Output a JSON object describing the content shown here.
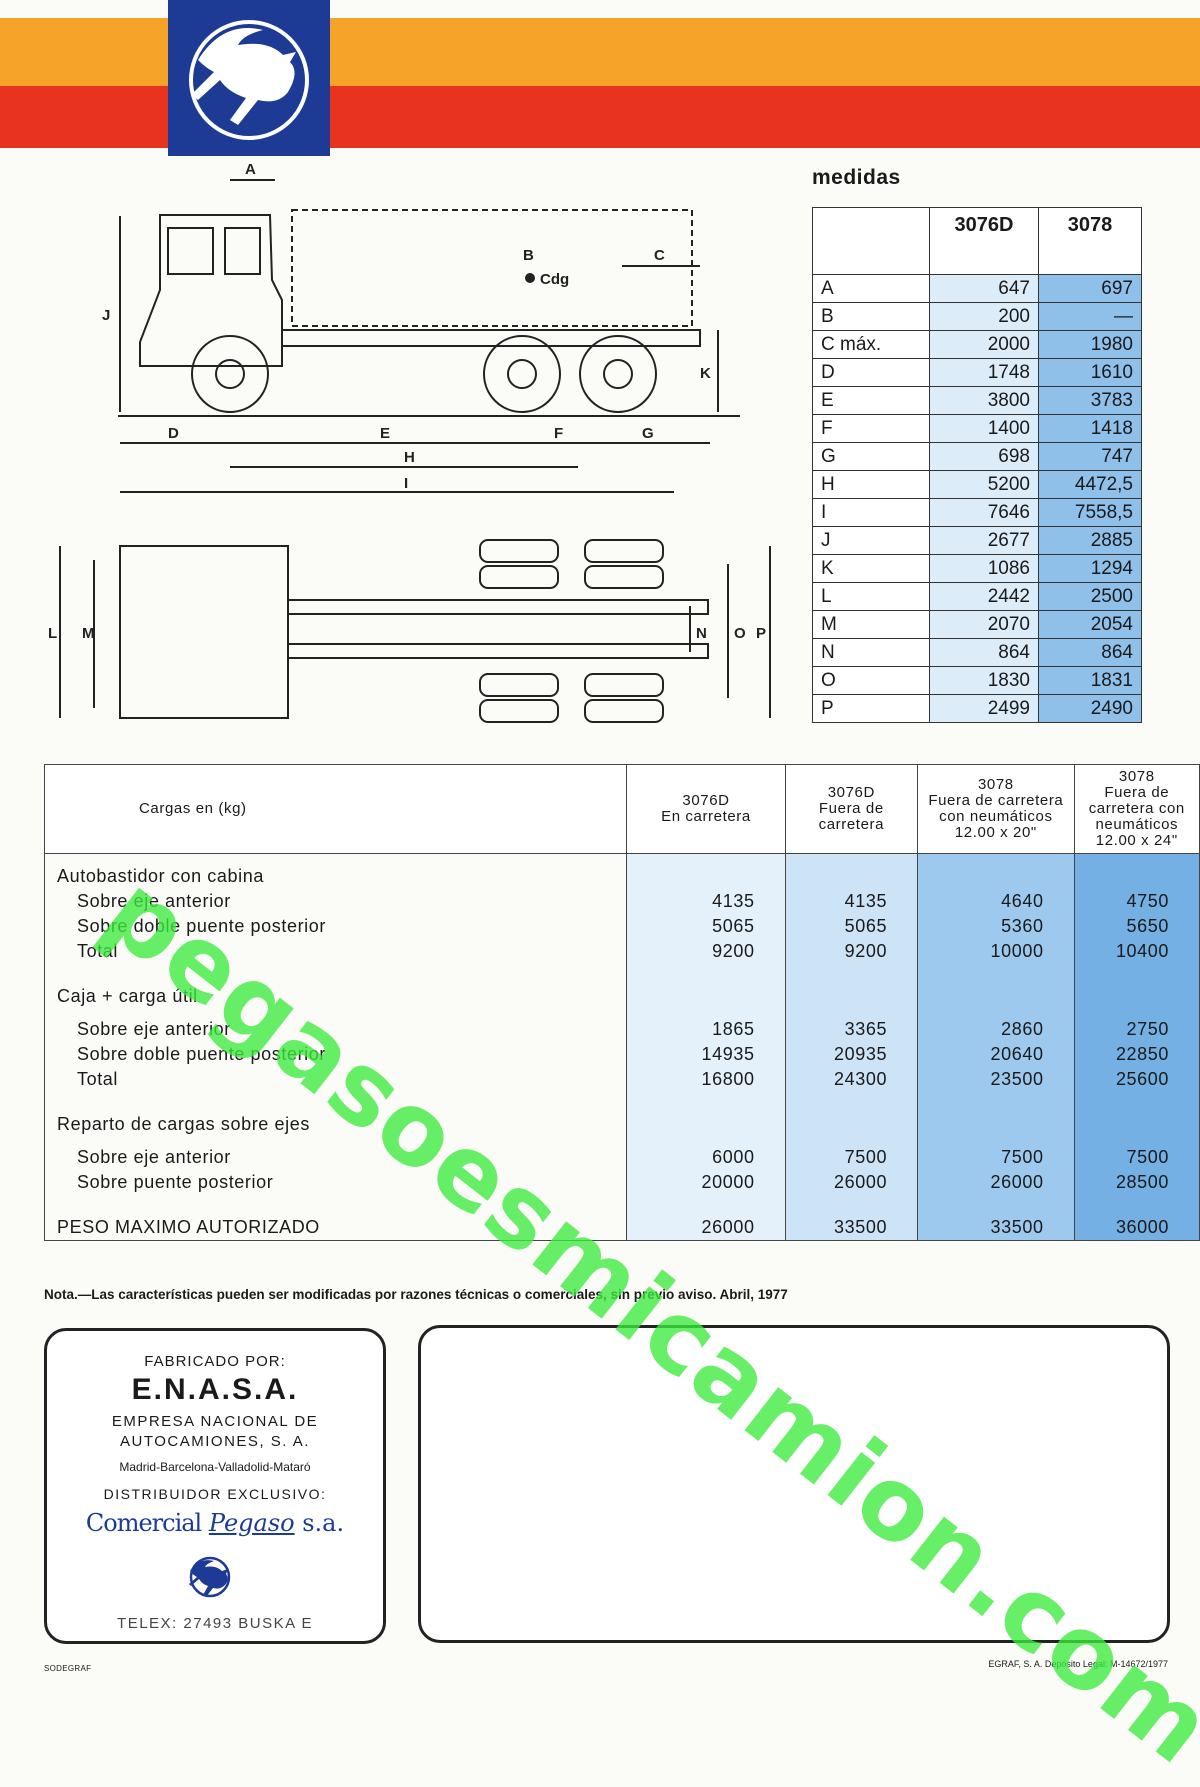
{
  "colors": {
    "orange": "#f6a32a",
    "red": "#e8331f",
    "logo_blue": "#1d3b95",
    "col_light": "#dcecf9",
    "col_dark": "#8fc0ea",
    "watermark": "#3ceb3c"
  },
  "icons": {
    "brand_logo": "pegaso-winged-horse-icon",
    "distributor_logo": "pegaso-small-logo-icon"
  },
  "drawing": {
    "side_labels": [
      "A",
      "B",
      "Cdg",
      "C",
      "J",
      "K",
      "D",
      "E",
      "F",
      "G",
      "H",
      "I"
    ],
    "top_labels": [
      "L",
      "M",
      "N",
      "O",
      "P"
    ]
  },
  "medidas": {
    "title": "medidas",
    "headers": [
      "3076D",
      "3078"
    ],
    "rows": [
      {
        "label": "A",
        "v1": "647",
        "v2": "697"
      },
      {
        "label": "B",
        "v1": "200",
        "v2": "—"
      },
      {
        "label": "C máx.",
        "v1": "2000",
        "v2": "1980"
      },
      {
        "label": "D",
        "v1": "1748",
        "v2": "1610"
      },
      {
        "label": "E",
        "v1": "3800",
        "v2": "3783"
      },
      {
        "label": "F",
        "v1": "1400",
        "v2": "1418"
      },
      {
        "label": "G",
        "v1": "698",
        "v2": "747"
      },
      {
        "label": "H",
        "v1": "5200",
        "v2": "4472,5"
      },
      {
        "label": "I",
        "v1": "7646",
        "v2": "7558,5"
      },
      {
        "label": "J",
        "v1": "2677",
        "v2": "2885"
      },
      {
        "label": "K",
        "v1": "1086",
        "v2": "1294"
      },
      {
        "label": "L",
        "v1": "2442",
        "v2": "2500"
      },
      {
        "label": "M",
        "v1": "2070",
        "v2": "2054"
      },
      {
        "label": "N",
        "v1": "864",
        "v2": "864"
      },
      {
        "label": "O",
        "v1": "1830",
        "v2": "1831"
      },
      {
        "label": "P",
        "v1": "2499",
        "v2": "2490"
      }
    ]
  },
  "cargas": {
    "header_label": "Cargas en (kg)",
    "col_headers": [
      [
        "3076D",
        "En carretera"
      ],
      [
        "3076D",
        "Fuera de",
        "carretera"
      ],
      [
        "3078",
        "Fuera de carretera",
        "con neumáticos",
        "12.00 x 20\""
      ],
      [
        "3078",
        "Fuera de",
        "carretera con",
        "neumáticos",
        "12.00 x 24\""
      ]
    ],
    "groups": [
      {
        "title": "Autobastidor con cabina",
        "items": [
          "Sobre eje anterior",
          "Sobre doble puente posterior",
          "Total"
        ],
        "values": [
          [
            "4135",
            "4135",
            "4640",
            "4750"
          ],
          [
            "5065",
            "5065",
            "5360",
            "5650"
          ],
          [
            "9200",
            "9200",
            "10000",
            "10400"
          ]
        ]
      },
      {
        "title": "Caja + carga útil",
        "items": [
          "Sobre eje anterior",
          "Sobre doble puente posterior",
          "Total"
        ],
        "values": [
          [
            "1865",
            "3365",
            "2860",
            "2750"
          ],
          [
            "14935",
            "20935",
            "20640",
            "22850"
          ],
          [
            "16800",
            "24300",
            "23500",
            "25600"
          ]
        ]
      },
      {
        "title": "Reparto de cargas sobre ejes",
        "items": [
          "Sobre eje anterior",
          "Sobre puente posterior"
        ],
        "values": [
          [
            "6000",
            "7500",
            "7500",
            "7500"
          ],
          [
            "20000",
            "26000",
            "26000",
            "28500"
          ]
        ]
      }
    ],
    "peso_label": "PESO MAXIMO AUTORIZADO",
    "peso_values": [
      "26000",
      "33500",
      "33500",
      "36000"
    ]
  },
  "note": "Nota.—Las características pueden ser modificadas por razones técnicas o comerciales, sin previo aviso. Abril, 1977",
  "fabricante": {
    "fabricado_por": "FABRICADO POR:",
    "name": "E.N.A.S.A.",
    "line1": "EMPRESA NACIONAL DE",
    "line2": "AUTOCAMIONES, S. A.",
    "cities": "Madrid-Barcelona-Valladolid-Mataró",
    "distribuidor": "DISTRIBUIDOR EXCLUSIVO:",
    "comercial_a": "Comercial",
    "comercial_b": "Pegaso",
    "comercial_c": "s.a.",
    "telex": "TELEX: 27493 BUSKA E"
  },
  "footer_left": "SODEGRAF",
  "footer_right": "EGRAF, S. A. Depósito Legal: M-14672/1977",
  "watermark": "pegasoesmicamion.com"
}
